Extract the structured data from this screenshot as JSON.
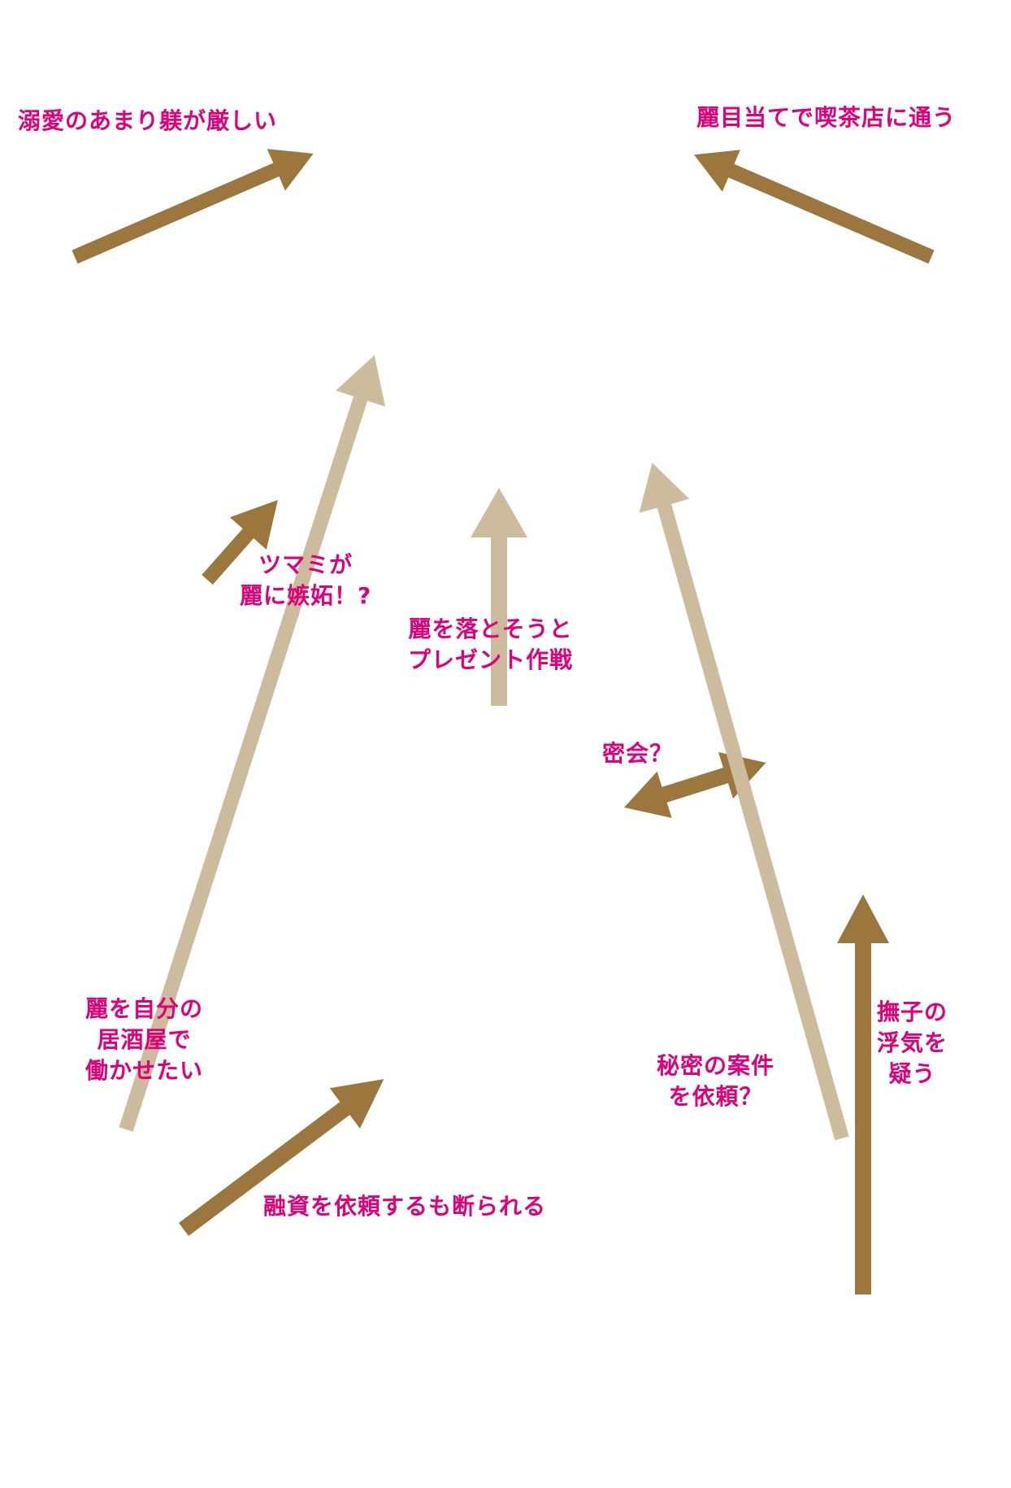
{
  "colors": {
    "label_text": "#e0007a",
    "arrow_strong": "#9b773e",
    "arrow_light": "#cdbb9e",
    "background": "#ffffff"
  },
  "labels": {
    "dekiai": "溺愛のあまり躾が厳しい",
    "rei_meate": "麗目当てで喫茶店に通う",
    "tsumami_line1": "ツマミが",
    "tsumami_line2": "麗に嫉妬！?",
    "present_line1": "麗を落とそうと",
    "present_line2": "プレゼント作戦",
    "mikkai": "密会？",
    "izakaya_line1": "麗を自分の",
    "izakaya_line2": "居酒屋で",
    "izakaya_line3": "働かせたい",
    "himitsu_line1": "秘密の案件",
    "himitsu_line2": "を依頼？",
    "nadeshiko_line1": "撫子の",
    "nadeshiko_line2": "浮気を",
    "nadeshiko_line3": "疑う",
    "yushi": "融資を依頼するも断られる"
  }
}
